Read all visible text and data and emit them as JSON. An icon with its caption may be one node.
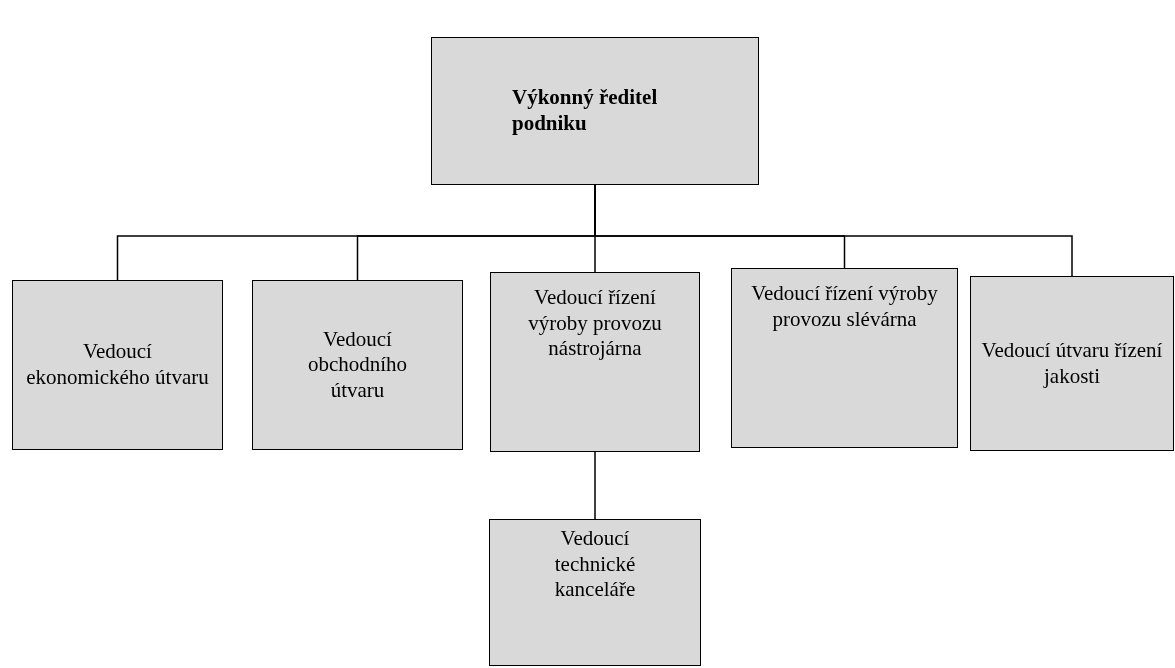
{
  "diagram": {
    "nodes": [
      {
        "text": [
          "Výkonný ředitel podniku"
        ]
      },
      {
        "text": [
          "Vedoucí ekonomického útvaru"
        ]
      },
      {
        "text": [
          "Vedoucí obchodního útvaru"
        ]
      },
      {
        "text": [
          "Vedoucí řízení výroby provozu nástrojárna"
        ]
      },
      {
        "text": [
          "Vedoucí řízení výroby provozu slévárna"
        ]
      },
      {
        "text": [
          "Vedoucí útvaru řízení jakosti"
        ]
      },
      {
        "text": [
          "Vedoucí technické kanceláře"
        ]
      }
    ],
    "edges": [
      {
        "from": 0,
        "to": 1,
        "arrow": "none"
      },
      {
        "from": 0,
        "to": 2,
        "arrow": "none"
      },
      {
        "from": 0,
        "to": 3,
        "arrow": "none"
      },
      {
        "from": 0,
        "to": 4,
        "arrow": "none"
      },
      {
        "from": 0,
        "to": 5,
        "arrow": "none"
      },
      {
        "from": 3,
        "to": 6,
        "arrow": "none"
      }
    ]
  }
}
